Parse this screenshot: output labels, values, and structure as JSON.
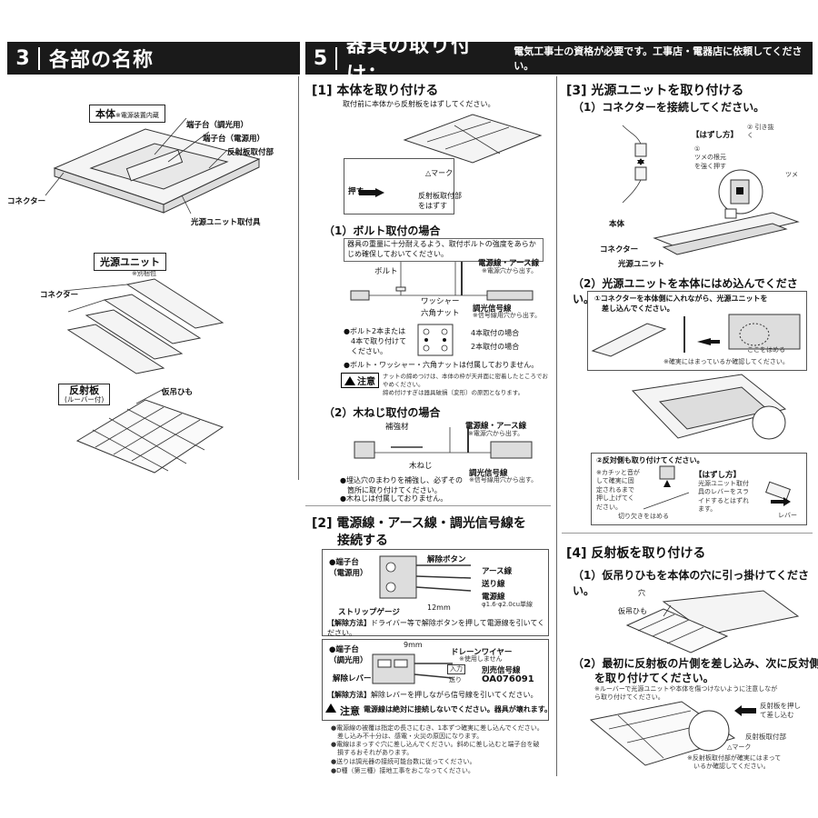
{
  "sec3": {
    "num": "3",
    "title": "各部の名称"
  },
  "sec5": {
    "num": "5",
    "title": "器具の取り付け：",
    "subtitle": "電気工事士の資格が必要です。工事店・電器店に依頼してください。"
  },
  "body": {
    "label": "本体",
    "note": "※電源装置内蔵",
    "parts": [
      "端子台（調光用）",
      "端子台（電源用）",
      "反射板取付部",
      "コネクター",
      "光源ユニット取付具"
    ]
  },
  "lightunit": {
    "label": "光源ユニット",
    "note": "※別梱包",
    "connector": "コネクター"
  },
  "reflector": {
    "label": "反射板",
    "sub": "(ルーバー付)",
    "string": "仮吊ひも"
  },
  "step1": {
    "title": "[1] 本体を取り付ける",
    "intro": "取付前に本体から反射板をはずしてください。",
    "push": "押す",
    "mark": "△マーク",
    "remove": "反射板取付部\nをはずす",
    "bolt": {
      "title": "（1）ボルト取付の場合",
      "note": "器具の重量に十分耐えるよう、取付ボルトの強度をあらかじめ確保しておいてください。",
      "labels": {
        "bolt": "ボルト",
        "washer": "ワッシャー",
        "nut": "六角ナット",
        "power": "電源線・アース線",
        "power_note": "※電源穴から出す。",
        "dim": "調光信号線",
        "dim_note": "※信号線用穴から出す。"
      },
      "two_bolt": "●ボルト2本または\n　4本で取り付けて\n　ください。",
      "four_case": "4本取付の場合",
      "two_case": "2本取付の場合",
      "excluded": "●ボルト・ワッシャー・六角ナットは付属しておりません。",
      "caution_label": "注意",
      "caution_text": "ナットの締めつけは、本体の枠が天井面に密着したところでおやめください。\n締め付けすぎは器具破損（変形）の原因となります。"
    },
    "wood": {
      "title": "（2）木ねじ取付の場合",
      "labels": {
        "reinforce": "補強材",
        "power": "電源線・アース線",
        "power_note": "※電源穴から出す。",
        "screw": "木ねじ",
        "dim": "調光信号線",
        "dim_note": "※信号線用穴から出す。"
      },
      "note1": "●埋込穴のまわりを補強し、必ずその\n　箇所に取り付けてください。",
      "note2": "●木ねじは付属しておりません。"
    }
  },
  "step2": {
    "title": "[2] 電源線・アース線・調光信号線を\n　　接続する",
    "power_block": {
      "title": "●端子台\n（電源用）",
      "release_btn": "解除ボタン",
      "earth": "アース線",
      "feed": "送り線",
      "power": "電源線",
      "spec": "φ1.6·φ2.0cu単線",
      "strip": "ストリップゲージ",
      "len": "12mm"
    },
    "release_method": "【解除方法】",
    "release_text1": "ドライバー等で解除ボタンを押して電源線を引いてください。",
    "dim_block": {
      "title": "●端子台\n（調光用）",
      "len": "9mm",
      "drain": "ドレーンワイヤー",
      "drain_note": "※使用しません",
      "in": "入力",
      "out": "送り",
      "lever": "解除レバー",
      "signal": "別売信号線",
      "model": "OA076091"
    },
    "release_text2": "解除レバーを押しながら信号線を引いてください。",
    "caution_label": "注意",
    "caution_text": "電源線は絶対に接続しないでください。器具が壊れます。",
    "notes": [
      "●電源線の被覆は指定の長さにむき、1本ずつ確実に差し込んでください。\n　差し込み不十分は、感電・火災の原因になります。",
      "●電線はまっすぐ穴に差し込んでください。斜めに差し込むと端子台を破\n　損するおそれがあります。",
      "●送りは調光器の接続可能台数に従ってください。",
      "●D種（第三種）接地工事をおこなってください。"
    ]
  },
  "step3": {
    "title": "[3] 光源ユニットを取り付ける",
    "sub1": "（1）コネクターを接続してください。",
    "remove_how": "【はずし方】",
    "pull": "② 引き抜く",
    "press": "①\nツメの根元\nを強く押す",
    "claw": "ツメ",
    "body": "本体",
    "connector": "コネクター",
    "unit": "光源ユニット",
    "sub2": "（2）光源ユニットを本体にはめ込んでください。",
    "step_a": "①コネクターを本体側に入れながら、光源ユニットを\n　差し込んでください。",
    "fit_here": "ここをはめる",
    "check": "※確実にはまっているか確認してください。",
    "step_b": "②反対側も取り付けてください。",
    "click_note": "※カチッと音が\nして確実に固\n定されるまで\n押し上げてく\nださい。",
    "notch": "切り欠きをはめる",
    "remove_how2": "【はずし方】",
    "remove_text": "光源ユニット取付\n具のレバーをスラ\nイドするとはずれ\nます。",
    "lever": "レバー"
  },
  "step4": {
    "title": "[4] 反射板を取り付ける",
    "sub1": "（1）仮吊りひもを本体の穴に引っ掛けてください。",
    "hole": "穴",
    "string": "仮吊ひも",
    "sub2": "（2）最初に反射板の片側を差し込み、次に反対側\n　　を取り付けてください。",
    "note": "※ルーバーで光源ユニットや本体を傷つけないように注意しなが\nら取り付けてください。",
    "push": "反射板を押し\nて差し込む",
    "part": "反射板取付部",
    "mark": "△マーク",
    "check": "※反射板取付部が確実にはまって\n　いるか確認してください。"
  }
}
